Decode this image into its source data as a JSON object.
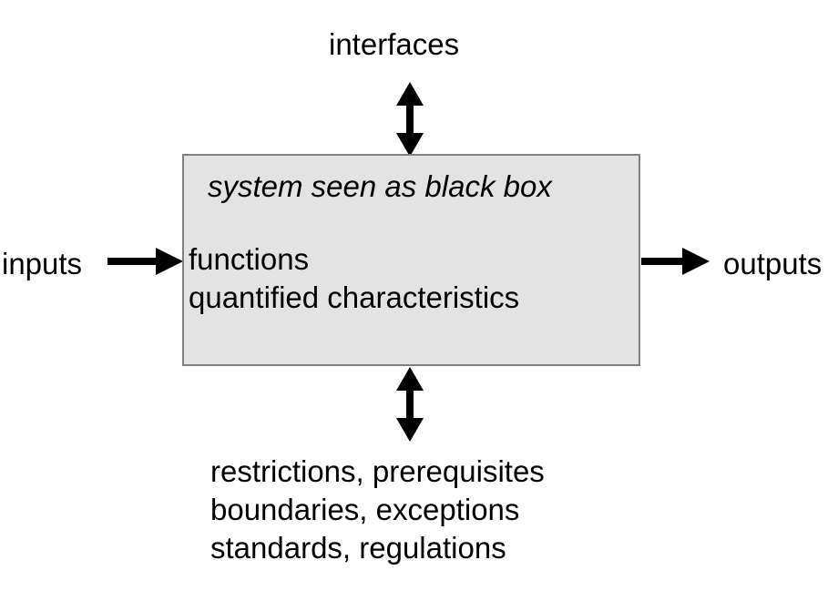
{
  "diagram": {
    "type": "block-diagram",
    "title_visible": false,
    "background_color": "#ffffff",
    "box": {
      "title": "system seen as black box",
      "title_style": "italic",
      "fill_color": "#e3e3e3",
      "border_color": "#808080",
      "contents": [
        "functions",
        "quantified characteristics"
      ]
    },
    "labels": {
      "top": "interfaces",
      "left": "inputs",
      "right": "outputs",
      "bottom_lines": [
        "restrictions, prerequisites",
        "boundaries, exceptions",
        "standards, regulations"
      ]
    },
    "connectors": [
      {
        "name": "interfaces-arrow",
        "direction": "bidirectional",
        "orientation": "vertical",
        "color": "#000000"
      },
      {
        "name": "inputs-arrow",
        "direction": "unidirectional",
        "orientation": "horizontal",
        "color": "#000000"
      },
      {
        "name": "outputs-arrow",
        "direction": "unidirectional",
        "orientation": "horizontal",
        "color": "#000000"
      },
      {
        "name": "constraints-arrow",
        "direction": "bidirectional",
        "orientation": "vertical",
        "color": "#000000"
      }
    ]
  }
}
